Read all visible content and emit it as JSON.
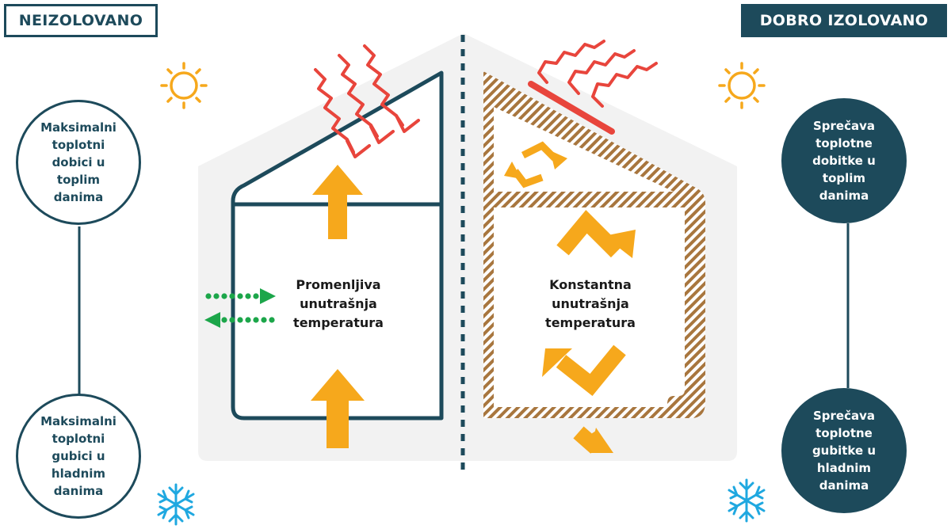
{
  "labels": {
    "left_tag": "NEIZOLOVANO",
    "right_tag": "DOBRO IZOLOVANO",
    "left_warm": "Maksimalni toplotni dobici u toplim danima",
    "left_cold": "Maksimalni toplotni gubici u hladnim danima",
    "right_warm": "Sprečava toplotne dobitke u toplim danima",
    "right_cold": "Sprečava toplotne gubitke u hladnim danima",
    "left_house": "Promenljiva\nunutrašnja\ntemperatura",
    "right_house": "Konstantna\nunutrašnja\ntemperatura"
  },
  "icons": {
    "sun": "sun-icon",
    "snow": "snowflake-icon",
    "sun_rays": "heat-ray-icon",
    "air_flow": "air-flow-arrow-icon",
    "heat_flow": "heat-flow-arrow-icon"
  },
  "colors": {
    "navy": "#1d4a5b",
    "orange": "#f6a81c",
    "red": "#e8453c",
    "green": "#1ca64a",
    "insulation": "#a8763e",
    "snow": "#1fa8e0",
    "background": "#f2f2f2"
  }
}
